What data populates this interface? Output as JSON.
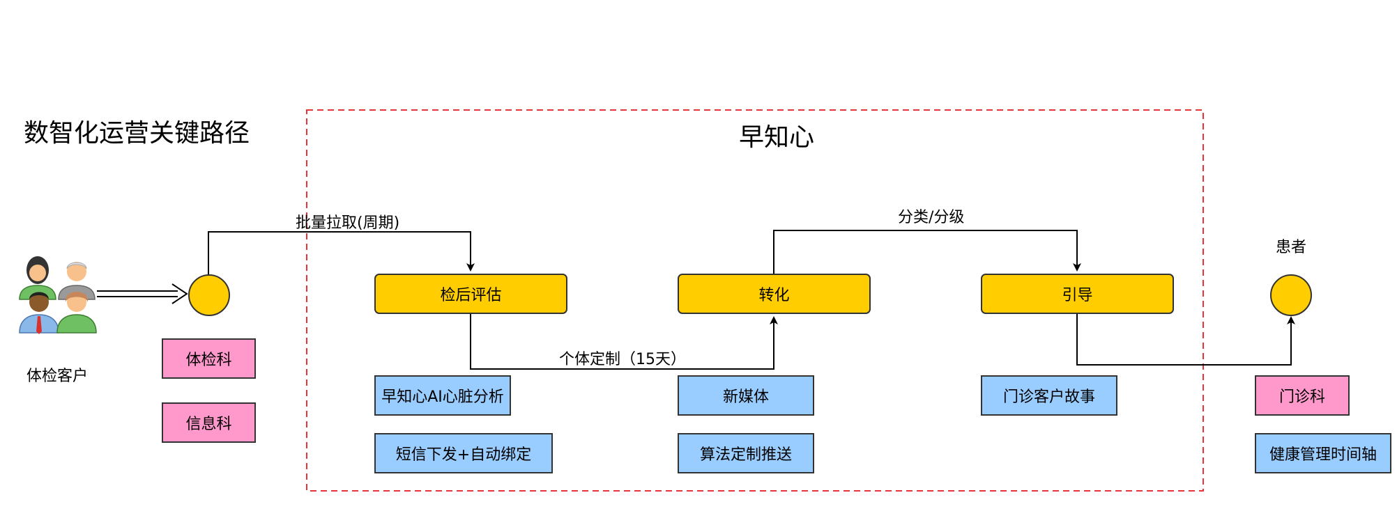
{
  "title": "数智化运营关键路径",
  "container_title": "早知心",
  "customer_label": "体检客户",
  "patient_label": "患者",
  "edges": {
    "pull": "批量拉取(周期)",
    "classify": "分类/分级",
    "custom": "个体定制（15天）"
  },
  "stages": {
    "evaluate": "检后评估",
    "convert": "转化",
    "guide": "引导"
  },
  "departments": {
    "exam": "体检科",
    "info": "信息科",
    "outpatient": "门诊科"
  },
  "tools": {
    "ai_analysis": "早知心AI心脏分析",
    "sms": "短信下发+自动绑定",
    "new_media": "新媒体",
    "algo_push": "算法定制推送",
    "stories": "门诊客户故事",
    "timeline": "健康管理时间轴"
  },
  "colors": {
    "stage": "#ffcd00",
    "tool": "#99ccff",
    "department": "#ff99cc",
    "container_border": "#e8333a"
  }
}
